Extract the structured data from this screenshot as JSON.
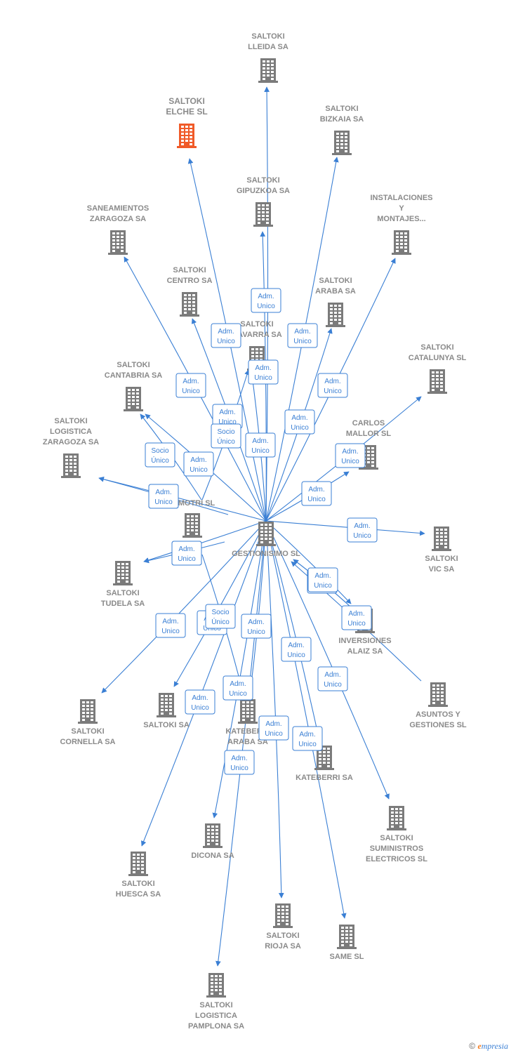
{
  "colors": {
    "node": "#7b7b7b",
    "highlight": "#f05a28",
    "edge": "#3a7fd4",
    "label": "#8a8a8a"
  },
  "nodes": [
    {
      "id": "gestionisimo",
      "lines": [
        "GESTIONISIMO SL"
      ]
    },
    {
      "id": "lleida",
      "lines": [
        "SALTOKI",
        "LLEIDA SA"
      ]
    },
    {
      "id": "elche",
      "lines": [
        "SALTOKI",
        "ELCHE  SL"
      ],
      "highlight": true
    },
    {
      "id": "bizkaia",
      "lines": [
        "SALTOKI",
        "BIZKAIA SA"
      ]
    },
    {
      "id": "gipuzkoa",
      "lines": [
        "SALTOKI",
        "GIPUZKOA SA"
      ]
    },
    {
      "id": "instalaciones",
      "lines": [
        "INSTALACIONES",
        "Y",
        "MONTAJES..."
      ]
    },
    {
      "id": "saneamientos",
      "lines": [
        "SANEAMIENTOS",
        "ZARAGOZA SA"
      ]
    },
    {
      "id": "centro",
      "lines": [
        "SALTOKI",
        "CENTRO SA"
      ]
    },
    {
      "id": "araba",
      "lines": [
        "SALTOKI",
        "ARABA SA"
      ]
    },
    {
      "id": "navarra",
      "lines": [
        "SALTOKI",
        "NAVARRA SA"
      ]
    },
    {
      "id": "cantabria",
      "lines": [
        "SALTOKI",
        "CANTABRIA SA"
      ]
    },
    {
      "id": "catalunya",
      "lines": [
        "SALTOKI",
        "CATALUNYA SL"
      ]
    },
    {
      "id": "logzaragoza",
      "lines": [
        "SALTOKI",
        "LOGISTICA",
        "ZARAGOZA SA"
      ]
    },
    {
      "id": "carlos",
      "lines": [
        "CARLOS",
        "MALLOR SL"
      ]
    },
    {
      "id": "motri",
      "lines": [
        "MOTRI SL"
      ]
    },
    {
      "id": "vic",
      "lines": [
        "SALTOKI",
        "VIC SA"
      ]
    },
    {
      "id": "tudela",
      "lines": [
        "SALTOKI",
        "TUDELA SA"
      ]
    },
    {
      "id": "inversiones",
      "lines": [
        "INVERSIONES",
        "ALAIZ SA"
      ]
    },
    {
      "id": "asuntos",
      "lines": [
        "ASUNTOS Y",
        "GESTIONES SL"
      ]
    },
    {
      "id": "cornella",
      "lines": [
        "SALTOKI",
        "CORNELLA SA"
      ]
    },
    {
      "id": "saltokisa",
      "lines": [
        "SALTOKI SA"
      ]
    },
    {
      "id": "kateberriaraba",
      "lines": [
        "KATEBERRI",
        "ARABA SA"
      ]
    },
    {
      "id": "kateberri",
      "lines": [
        "KATEBERRI SA"
      ]
    },
    {
      "id": "suministros",
      "lines": [
        "SALTOKI",
        "SUMINISTROS",
        "ELECTRICOS SL"
      ]
    },
    {
      "id": "dicona",
      "lines": [
        "DICONA SA"
      ]
    },
    {
      "id": "huesca",
      "lines": [
        "SALTOKI",
        "HUESCA SA"
      ]
    },
    {
      "id": "rioja",
      "lines": [
        "SALTOKI",
        "RIOJA SA"
      ]
    },
    {
      "id": "same",
      "lines": [
        "SAME SL"
      ]
    },
    {
      "id": "logpamplona",
      "lines": [
        "SALTOKI",
        "LOGISTICA",
        "PAMPLONA SA"
      ]
    }
  ],
  "edges": [
    {
      "from": "gestionisimo",
      "to": "lleida",
      "label": [
        "Adm.",
        "Unico"
      ]
    },
    {
      "from": "gestionisimo",
      "to": "elche",
      "label": [
        "Adm.",
        "Unico"
      ]
    },
    {
      "from": "gestionisimo",
      "to": "bizkaia",
      "label": [
        "Adm.",
        "Unico"
      ]
    },
    {
      "from": "gestionisimo",
      "to": "gipuzkoa",
      "label": [
        "Adm.",
        "Unico"
      ]
    },
    {
      "from": "gestionisimo",
      "to": "instalaciones",
      "label": [
        "Adm.",
        "Unico"
      ]
    },
    {
      "from": "gestionisimo",
      "to": "saneamientos",
      "label": [
        "Adm.",
        "Unico"
      ]
    },
    {
      "from": "gestionisimo",
      "to": "centro",
      "label": [
        "Adm.",
        "Unico"
      ]
    },
    {
      "from": "gestionisimo",
      "to": "araba",
      "label": [
        "Adm.",
        "Unico"
      ]
    },
    {
      "from": "gestionisimo",
      "to": "navarra",
      "label": [
        "Adm.",
        "Unico"
      ]
    },
    {
      "from": "gestionisimo",
      "to": "cantabria",
      "label": [
        "Adm.",
        "Unico"
      ]
    },
    {
      "from": "gestionisimo",
      "to": "catalunya",
      "label": [
        "Adm.",
        "Unico"
      ]
    },
    {
      "from": "gestionisimo",
      "to": "logzaragoza",
      "label": [
        "Adm.",
        "Unico"
      ]
    },
    {
      "from": "gestionisimo",
      "to": "carlos",
      "label": [
        "Adm.",
        "Unico"
      ]
    },
    {
      "from": "gestionisimo",
      "to": "vic",
      "label": [
        "Adm.",
        "Unico"
      ]
    },
    {
      "from": "gestionisimo",
      "to": "tudela",
      "label": [
        "Adm.",
        "Unico"
      ]
    },
    {
      "from": "gestionisimo",
      "to": "inversiones",
      "label": [
        "Adm.",
        "Unico"
      ]
    },
    {
      "from": "gestionisimo",
      "to": "cornella",
      "label": [
        "Adm.",
        "Unico"
      ]
    },
    {
      "from": "gestionisimo",
      "to": "saltokisa",
      "label": [
        "Adm.",
        "Unico"
      ]
    },
    {
      "from": "gestionisimo",
      "to": "kateberriaraba",
      "label": [
        "Adm.",
        "Unico"
      ]
    },
    {
      "from": "gestionisimo",
      "to": "kateberri",
      "label": [
        "Adm.",
        "Unico"
      ]
    },
    {
      "from": "gestionisimo",
      "to": "suministros",
      "label": [
        "Adm.",
        "Unico"
      ]
    },
    {
      "from": "gestionisimo",
      "to": "dicona",
      "label": [
        "Adm.",
        "Unico"
      ]
    },
    {
      "from": "gestionisimo",
      "to": "huesca",
      "label": [
        "Adm.",
        "Unico"
      ]
    },
    {
      "from": "gestionisimo",
      "to": "rioja",
      "label": [
        "Adm.",
        "Unico"
      ]
    },
    {
      "from": "gestionisimo",
      "to": "same",
      "label": [
        "Adm.",
        "Unico"
      ]
    },
    {
      "from": "gestionisimo",
      "to": "logpamplona",
      "label": [
        "Adm.",
        "Unico"
      ]
    },
    {
      "from": "motri",
      "to": "cantabria",
      "label": [
        "Socio",
        "Único"
      ]
    },
    {
      "from": "motri",
      "to": "navarra",
      "label": [
        "Socio",
        "Único"
      ]
    },
    {
      "from": "motri",
      "to": "kateberriaraba",
      "label": [
        "Socio",
        "Único"
      ]
    },
    {
      "from": "asuntos",
      "to": "gestionisimo",
      "label": [
        "Adm.",
        "Unico"
      ]
    },
    {
      "from": "inversiones",
      "to": "gestionisimo",
      "label": [
        "Adm.",
        "Unico"
      ]
    },
    {
      "from": "motri",
      "to": "tudela",
      "label": [
        "Adm.",
        "Unico"
      ]
    },
    {
      "from": "motri",
      "to": "logzaragoza",
      "label": [
        "Adm.",
        "Unico"
      ]
    }
  ],
  "footer": {
    "copyright": "©",
    "brand_initial": "e",
    "brand_rest": "mpresia"
  }
}
